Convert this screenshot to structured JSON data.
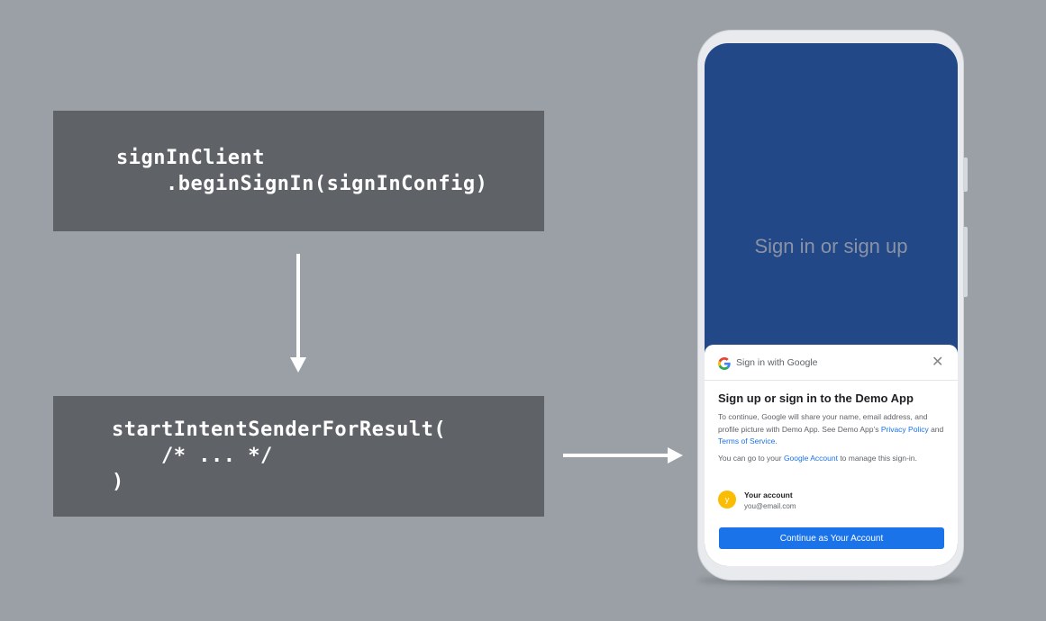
{
  "code_blocks": {
    "top": "signInClient\n    .beginSignIn(signInConfig)",
    "bottom": "startIntentSenderForResult(\n    /* ... */\n)"
  },
  "phone": {
    "hero_text": "Sign in or sign up",
    "sheet": {
      "header_label": "Sign in with Google",
      "close_icon": "✕",
      "title": "Sign up or sign in to the Demo App",
      "para1": {
        "text_before": "To continue, Google will share your name, email address, and profile picture with Demo App. See Demo App’s ",
        "privacy_link": "Privacy Policy",
        "and": " and ",
        "terms_link": "Terms of Service",
        "period": "."
      },
      "para2": {
        "text_before": "You can go to your ",
        "account_link": "Google Account",
        "text_after": " to manage this sign-in."
      },
      "account": {
        "avatar_letter": "y",
        "name": "Your account",
        "email": "you@email.com"
      },
      "continue_label": "Continue as Your Account"
    }
  },
  "colors": {
    "background": "#9aa0a6",
    "code_box": "#5f6368",
    "screen": "#234887",
    "accent": "#1a73e8",
    "avatar": "#fbbc04"
  }
}
